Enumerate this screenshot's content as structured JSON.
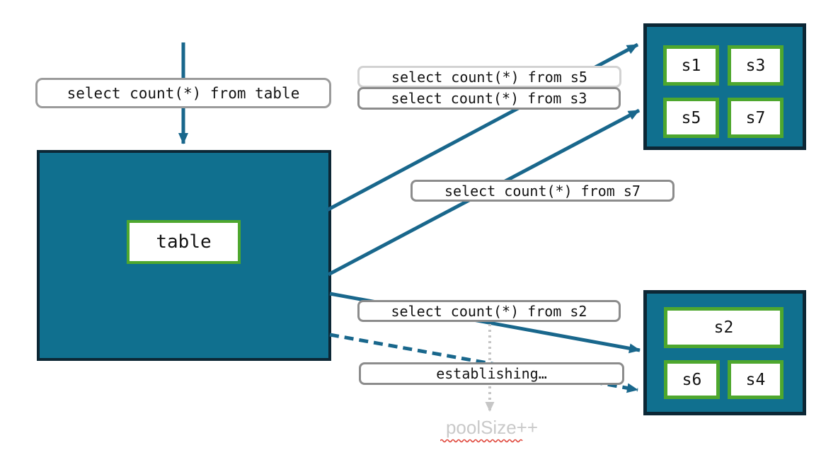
{
  "colors": {
    "teal_fill": "#10708F",
    "dark_border": "#0C2735",
    "green_border": "#4EA72E",
    "arrow_teal": "#19678C",
    "label_border": "#8C8C8C",
    "label_border_mid": "#9B9B9B",
    "label_border_light": "#D2D2D2",
    "gray_arrow": "#C6C6C6",
    "muted_text": "#C9C9C9",
    "squiggle_red": "#E04A3F"
  },
  "diagram": {
    "source_query": {
      "label": "select count(*) from table"
    },
    "table_node": {
      "label": "table"
    },
    "queries": {
      "s5": "select count(*) from s5",
      "s3": "select count(*) from s3",
      "s7": "select count(*) from s7",
      "s2": "select count(*) from s2"
    },
    "establishing": {
      "label": "establishing…"
    },
    "pool_size": {
      "label": "poolSize++"
    },
    "shard_group_top": {
      "shards": [
        "s1",
        "s3",
        "s5",
        "s7"
      ]
    },
    "shard_group_bottom": {
      "shards": [
        "s2",
        "s6",
        "s4"
      ]
    }
  }
}
